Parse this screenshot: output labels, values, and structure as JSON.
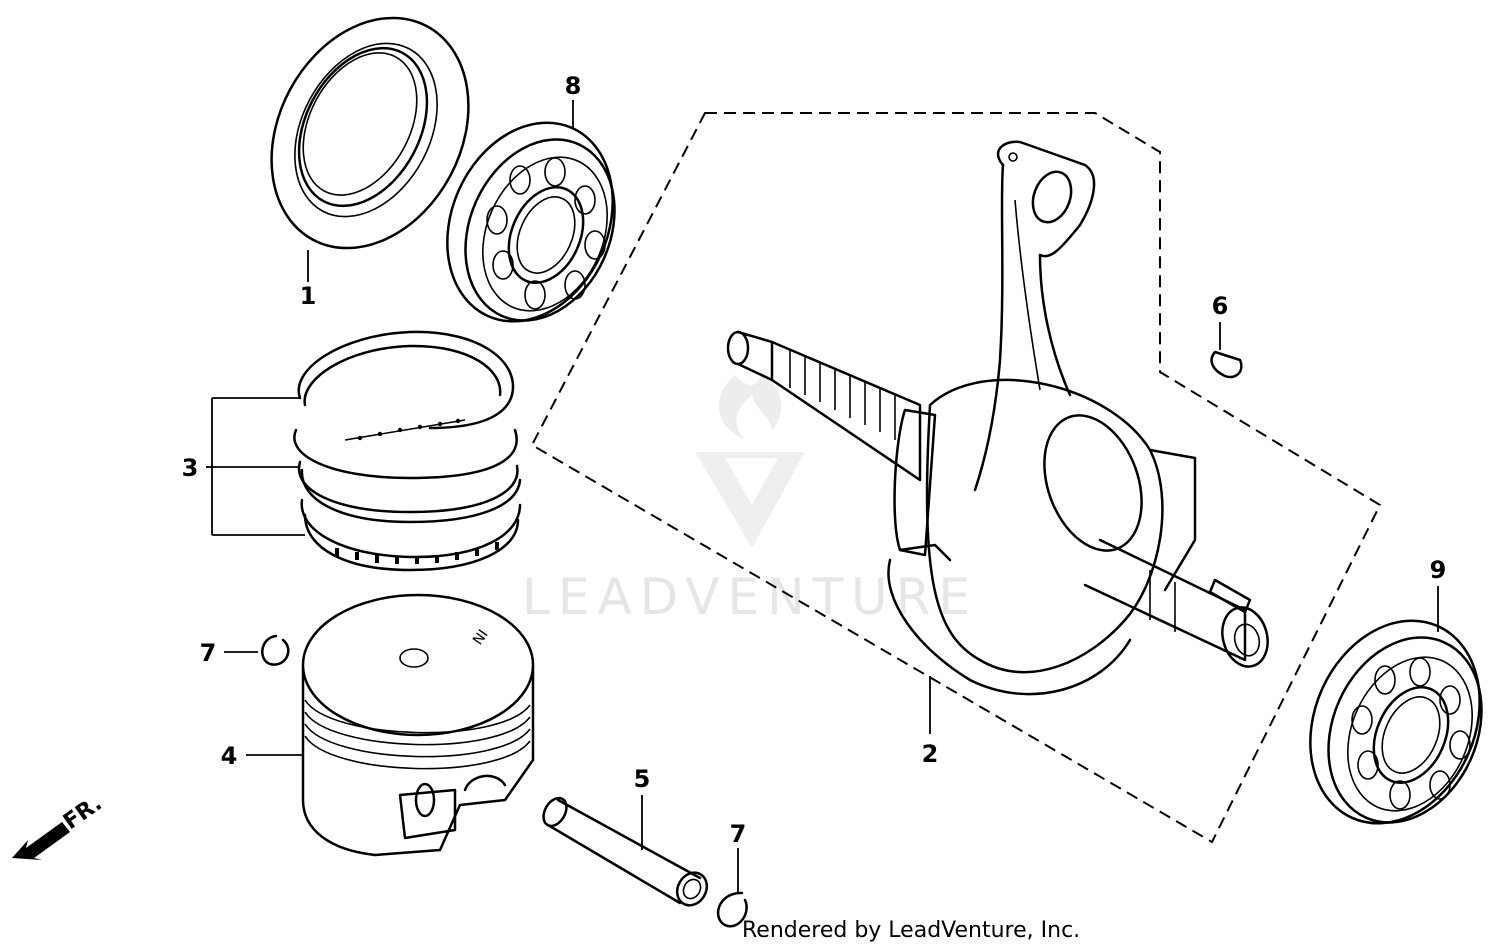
{
  "diagram": {
    "callouts": [
      {
        "id": "oil-seal",
        "label": "1"
      },
      {
        "id": "crankshaft",
        "label": "2"
      },
      {
        "id": "piston-rings",
        "label": "3"
      },
      {
        "id": "piston",
        "label": "4"
      },
      {
        "id": "piston-pin",
        "label": "5"
      },
      {
        "id": "woodruff-key",
        "label": "6"
      },
      {
        "id": "piston-pin-clip-left",
        "label": "7"
      },
      {
        "id": "piston-pin-clip-right",
        "label": "7"
      },
      {
        "id": "bearing-left",
        "label": "8"
      },
      {
        "id": "bearing-right",
        "label": "9"
      }
    ],
    "front_indicator": "FR.",
    "watermark": "LEADVENTURE",
    "credit": "Rendered by LeadVenture, Inc."
  }
}
